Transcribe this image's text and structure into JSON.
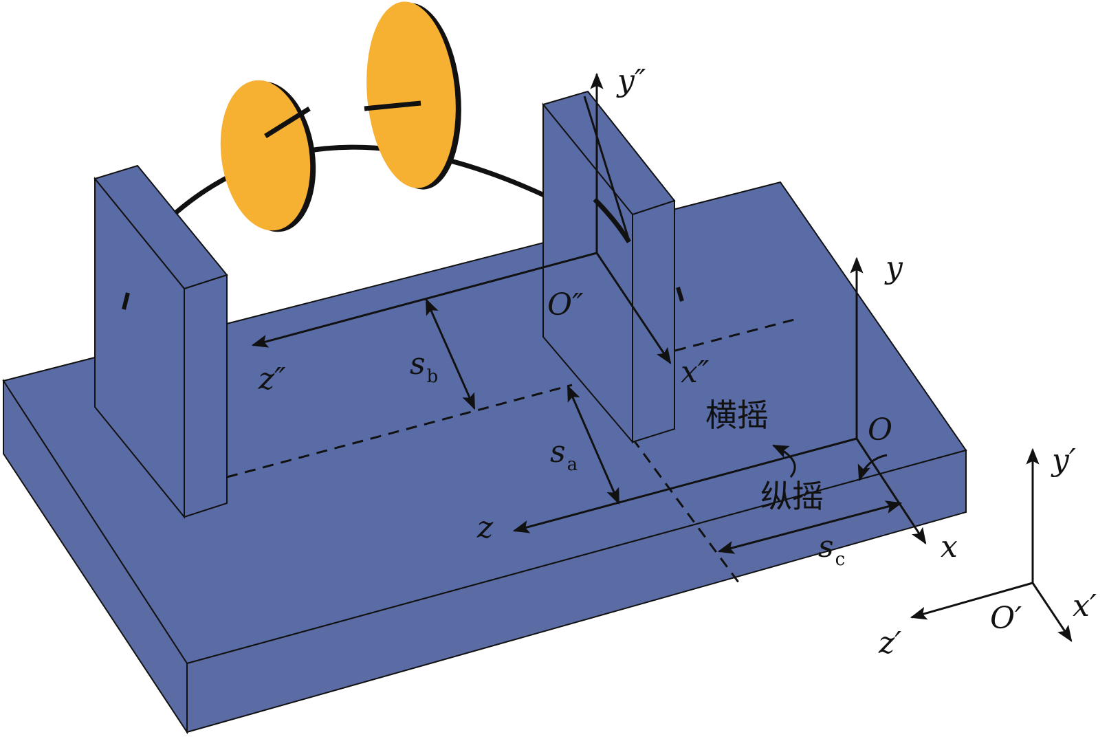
{
  "colors": {
    "base_top": "#5a6ca6",
    "base_front": "#5b6ba3",
    "base_side": "#5b6ba3",
    "bracket": "#5a6ca6",
    "disk": "#f6b032",
    "ink": "#111111"
  },
  "labels": {
    "y_double": "y″",
    "x_double": "x″",
    "z_double": "z″",
    "o_double": "O″",
    "y": "y",
    "x": "x",
    "z": "z",
    "o": "O",
    "y_prime": "y′",
    "x_prime": "x′",
    "z_prime": "z′",
    "o_prime": "O′",
    "s": "s",
    "sub_a": "a",
    "sub_b": "b",
    "sub_c": "c",
    "roll": "横摇",
    "pitch": "纵摇"
  }
}
